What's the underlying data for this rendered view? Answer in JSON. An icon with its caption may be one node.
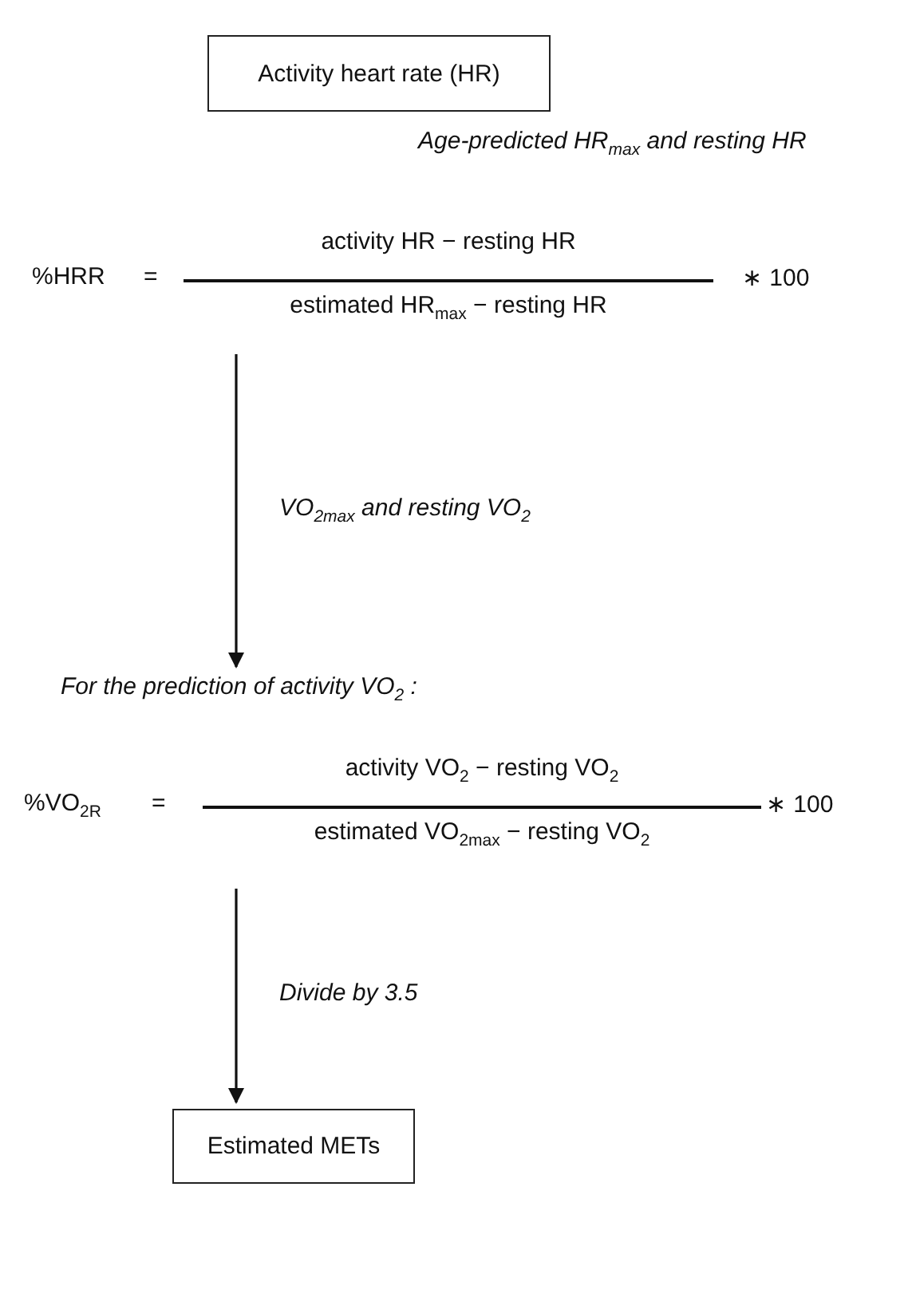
{
  "diagram": {
    "nodes": [
      {
        "text": [
          "Activity heart rate (HR)"
        ]
      },
      {
        "text": [
          "%HRR",
          "=",
          "activity HR − resting HR",
          "estimated HR$_{max}$ − resting HR",
          "∗ 100"
        ]
      },
      {
        "text": [
          "For the prediction of activity VO$_{2}$ :"
        ]
      },
      {
        "text": [
          "%VO$_{2R}$",
          "=",
          "activity VO$_{2}$ − resting VO$_{2}$",
          "estimated VO$_{2max}$ − resting VO$_{2}$",
          "∗ 100"
        ]
      },
      {
        "text": [
          "Estimated METs"
        ]
      }
    ],
    "edges": [
      {
        "from": 1,
        "to": 2,
        "arrow": "to",
        "label": "VO$_{2max}$ and resting VO$_{2}$"
      },
      {
        "from": 3,
        "to": 4,
        "arrow": "to",
        "label": "Divide by 3.5"
      }
    ],
    "labels": [
      "Age-predicted HR$_{max}$ and resting HR"
    ]
  }
}
